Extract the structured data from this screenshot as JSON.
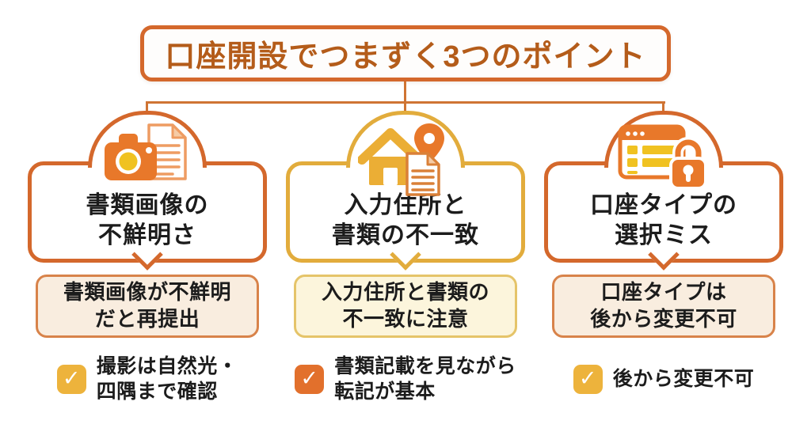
{
  "title": "口座開設でつまずく3つのポイント",
  "check_glyph": "✓",
  "colors": {
    "orange_border": "#D4682C",
    "gold_border": "#E2AC3C",
    "title_text": "#B45C1A",
    "heading_text": "#1C1C1C",
    "cream_bg": "#F9EDDF",
    "cream_border": "#D8834A",
    "yellow_bg": "#FCF5DC",
    "yellow_border": "#E5C469",
    "check_gold": "#EDB33C",
    "check_orange": "#E2702C",
    "icon_orange": "#E8782A",
    "icon_gold": "#EBAE35",
    "icon_yellow": "#F0C221",
    "doc_line": "#EE9C62",
    "connector": "#CF7433"
  },
  "columns": [
    {
      "icon": "camera-document-icon",
      "heading": "書類画像の\n不鮮明さ",
      "note": "書類画像が不鮮明\nだと再提出",
      "check": "撮影は自然光・\n四隅まで確認"
    },
    {
      "icon": "house-pin-document-icon",
      "heading": "入力住所と\n書類の不一致",
      "note": "入力住所と書類の\n不一致に注意",
      "check": "書類記載を見ながら\n転記が基本"
    },
    {
      "icon": "browser-lock-icon",
      "heading": "口座タイプの\n選択ミス",
      "note": "口座タイプは\n後から変更不可",
      "check": "後から変更不可"
    }
  ]
}
